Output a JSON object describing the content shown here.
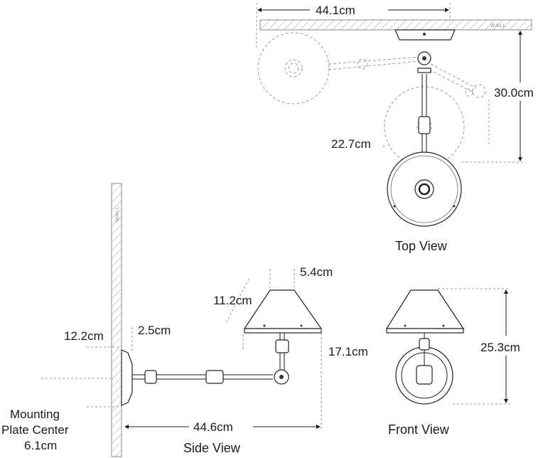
{
  "wall_label": "WALL",
  "top_view": {
    "caption": "Top View",
    "width": "44.1cm",
    "projection": "30.0cm",
    "offset": "22.7cm"
  },
  "side_view": {
    "caption": "Side View",
    "shade_top": "5.4cm",
    "shade_slant": "11.2cm",
    "plate_height": "12.2cm",
    "plate_depth": "2.5cm",
    "shade_to_arm": "17.1cm",
    "extension": "44.6cm",
    "mounting_label_line1": "Mounting",
    "mounting_label_line2": "Plate Center",
    "mounting_value": "6.1cm"
  },
  "front_view": {
    "caption": "Front View",
    "height": "25.3cm"
  }
}
